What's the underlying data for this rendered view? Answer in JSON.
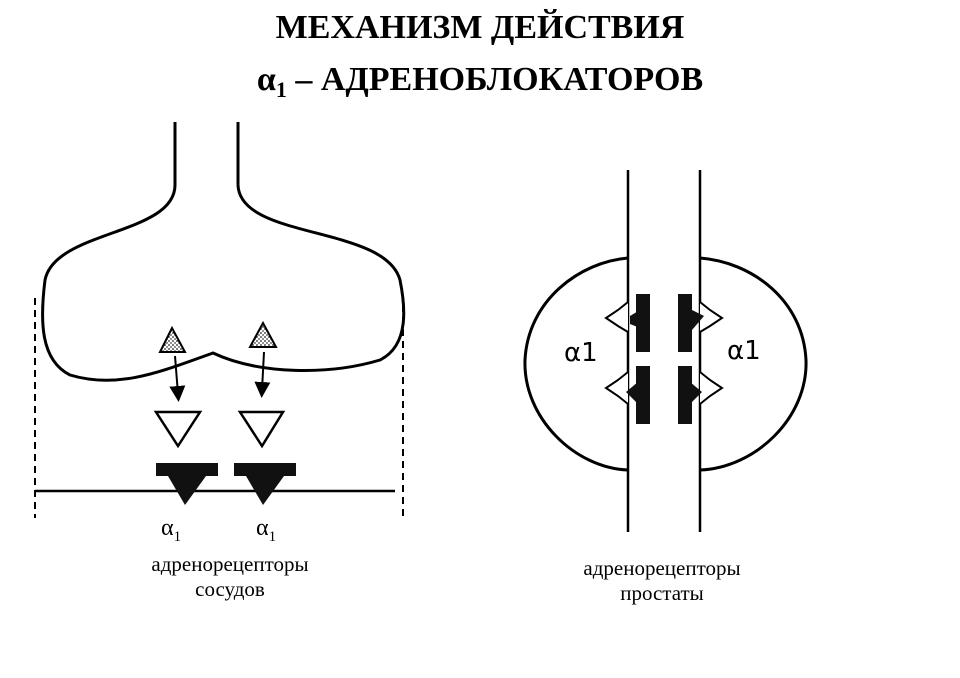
{
  "title": {
    "line1": "МЕХАНИЗМ ДЕЙСТВИЯ",
    "line2_greek": "α",
    "line2_sub": "1",
    "line2_rest": " – АДРЕНОБЛОКАТОРОВ"
  },
  "left_panel": {
    "receptor_label_greek": "α",
    "receptor_label_sub": "1",
    "caption_line1": "адренорецепторы",
    "caption_line2": "сосудов"
  },
  "right_panel": {
    "receptor_label": "α1",
    "caption_line1": "адренорецепторы",
    "caption_line2": "простаты"
  }
}
